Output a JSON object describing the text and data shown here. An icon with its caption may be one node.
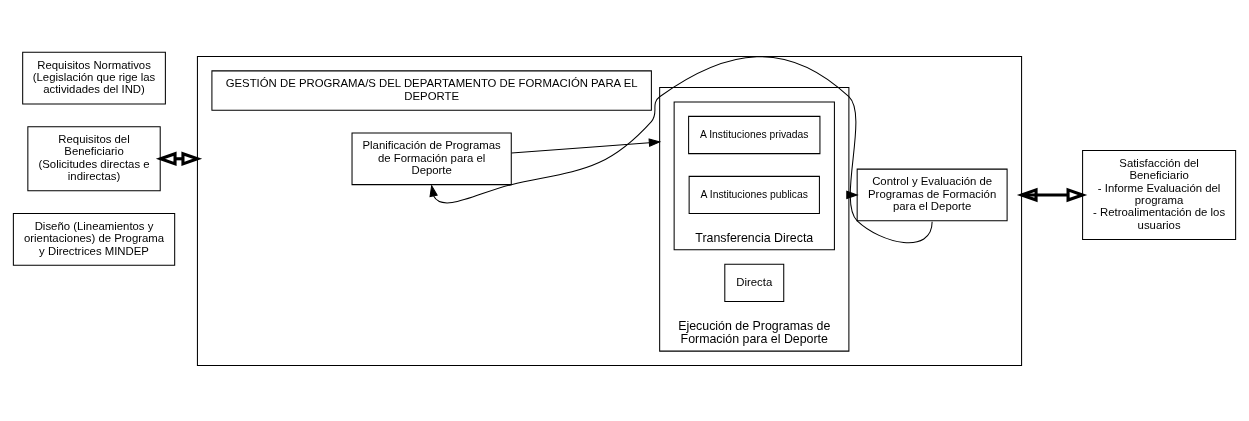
{
  "diagram": {
    "nodes": [
      {
        "text": [
          "Diseño (Lineamientos y orientaciones) de Programa y Directrices MINDEP"
        ]
      },
      {
        "text": [
          "Requisitos del Beneficiario",
          "(Solicitudes directas e indirectas)"
        ]
      },
      {
        "text": [
          "Requisitos Normativos",
          "(Legislación que rige las actividades del IND)"
        ]
      },
      {
        "text": [],
        "shape": "box"
      },
      {
        "text": [
          "GESTIÓN DE PROGRAMA/S DEL DEPARTAMENTO DE FORMACIÓN PARA EL DEPORTE"
        ],
        "in": 3
      },
      {
        "text": [
          "Planificación de Programas de Formación para el Deporte"
        ],
        "in": 3
      },
      {
        "text": [
          "Ejecución de Programas de Formación para el Deporte"
        ],
        "in": 3
      },
      {
        "text": [
          "Directa"
        ],
        "in": 6
      },
      {
        "text": [
          "Transferencia Directa"
        ],
        "in": 6
      },
      {
        "text": [
          "A Instituciones privadas"
        ],
        "in": 8
      },
      {
        "text": [
          "A Instituciones publicas"
        ],
        "in": 8
      },
      {
        "text": [
          "Control y Evaluación de Programas de Formación para el Deporte"
        ],
        "in": 3
      },
      {
        "text": [
          "Satisfacción del Beneficiario",
          "- Informe Evaluación del programa",
          "- Retroalimentación de los usuarios"
        ]
      }
    ],
    "edges": [
      {
        "from": 1,
        "to": 3,
        "arrow": "both",
        "style": "thick"
      },
      {
        "from": 3,
        "to": 12,
        "arrow": "both",
        "style": "thick"
      },
      {
        "from": 5,
        "to": 6,
        "arrow": "to"
      },
      {
        "from": 6,
        "to": 11,
        "arrow": "to"
      },
      {
        "from": 11,
        "to": 5,
        "arrow": "to"
      }
    ]
  }
}
